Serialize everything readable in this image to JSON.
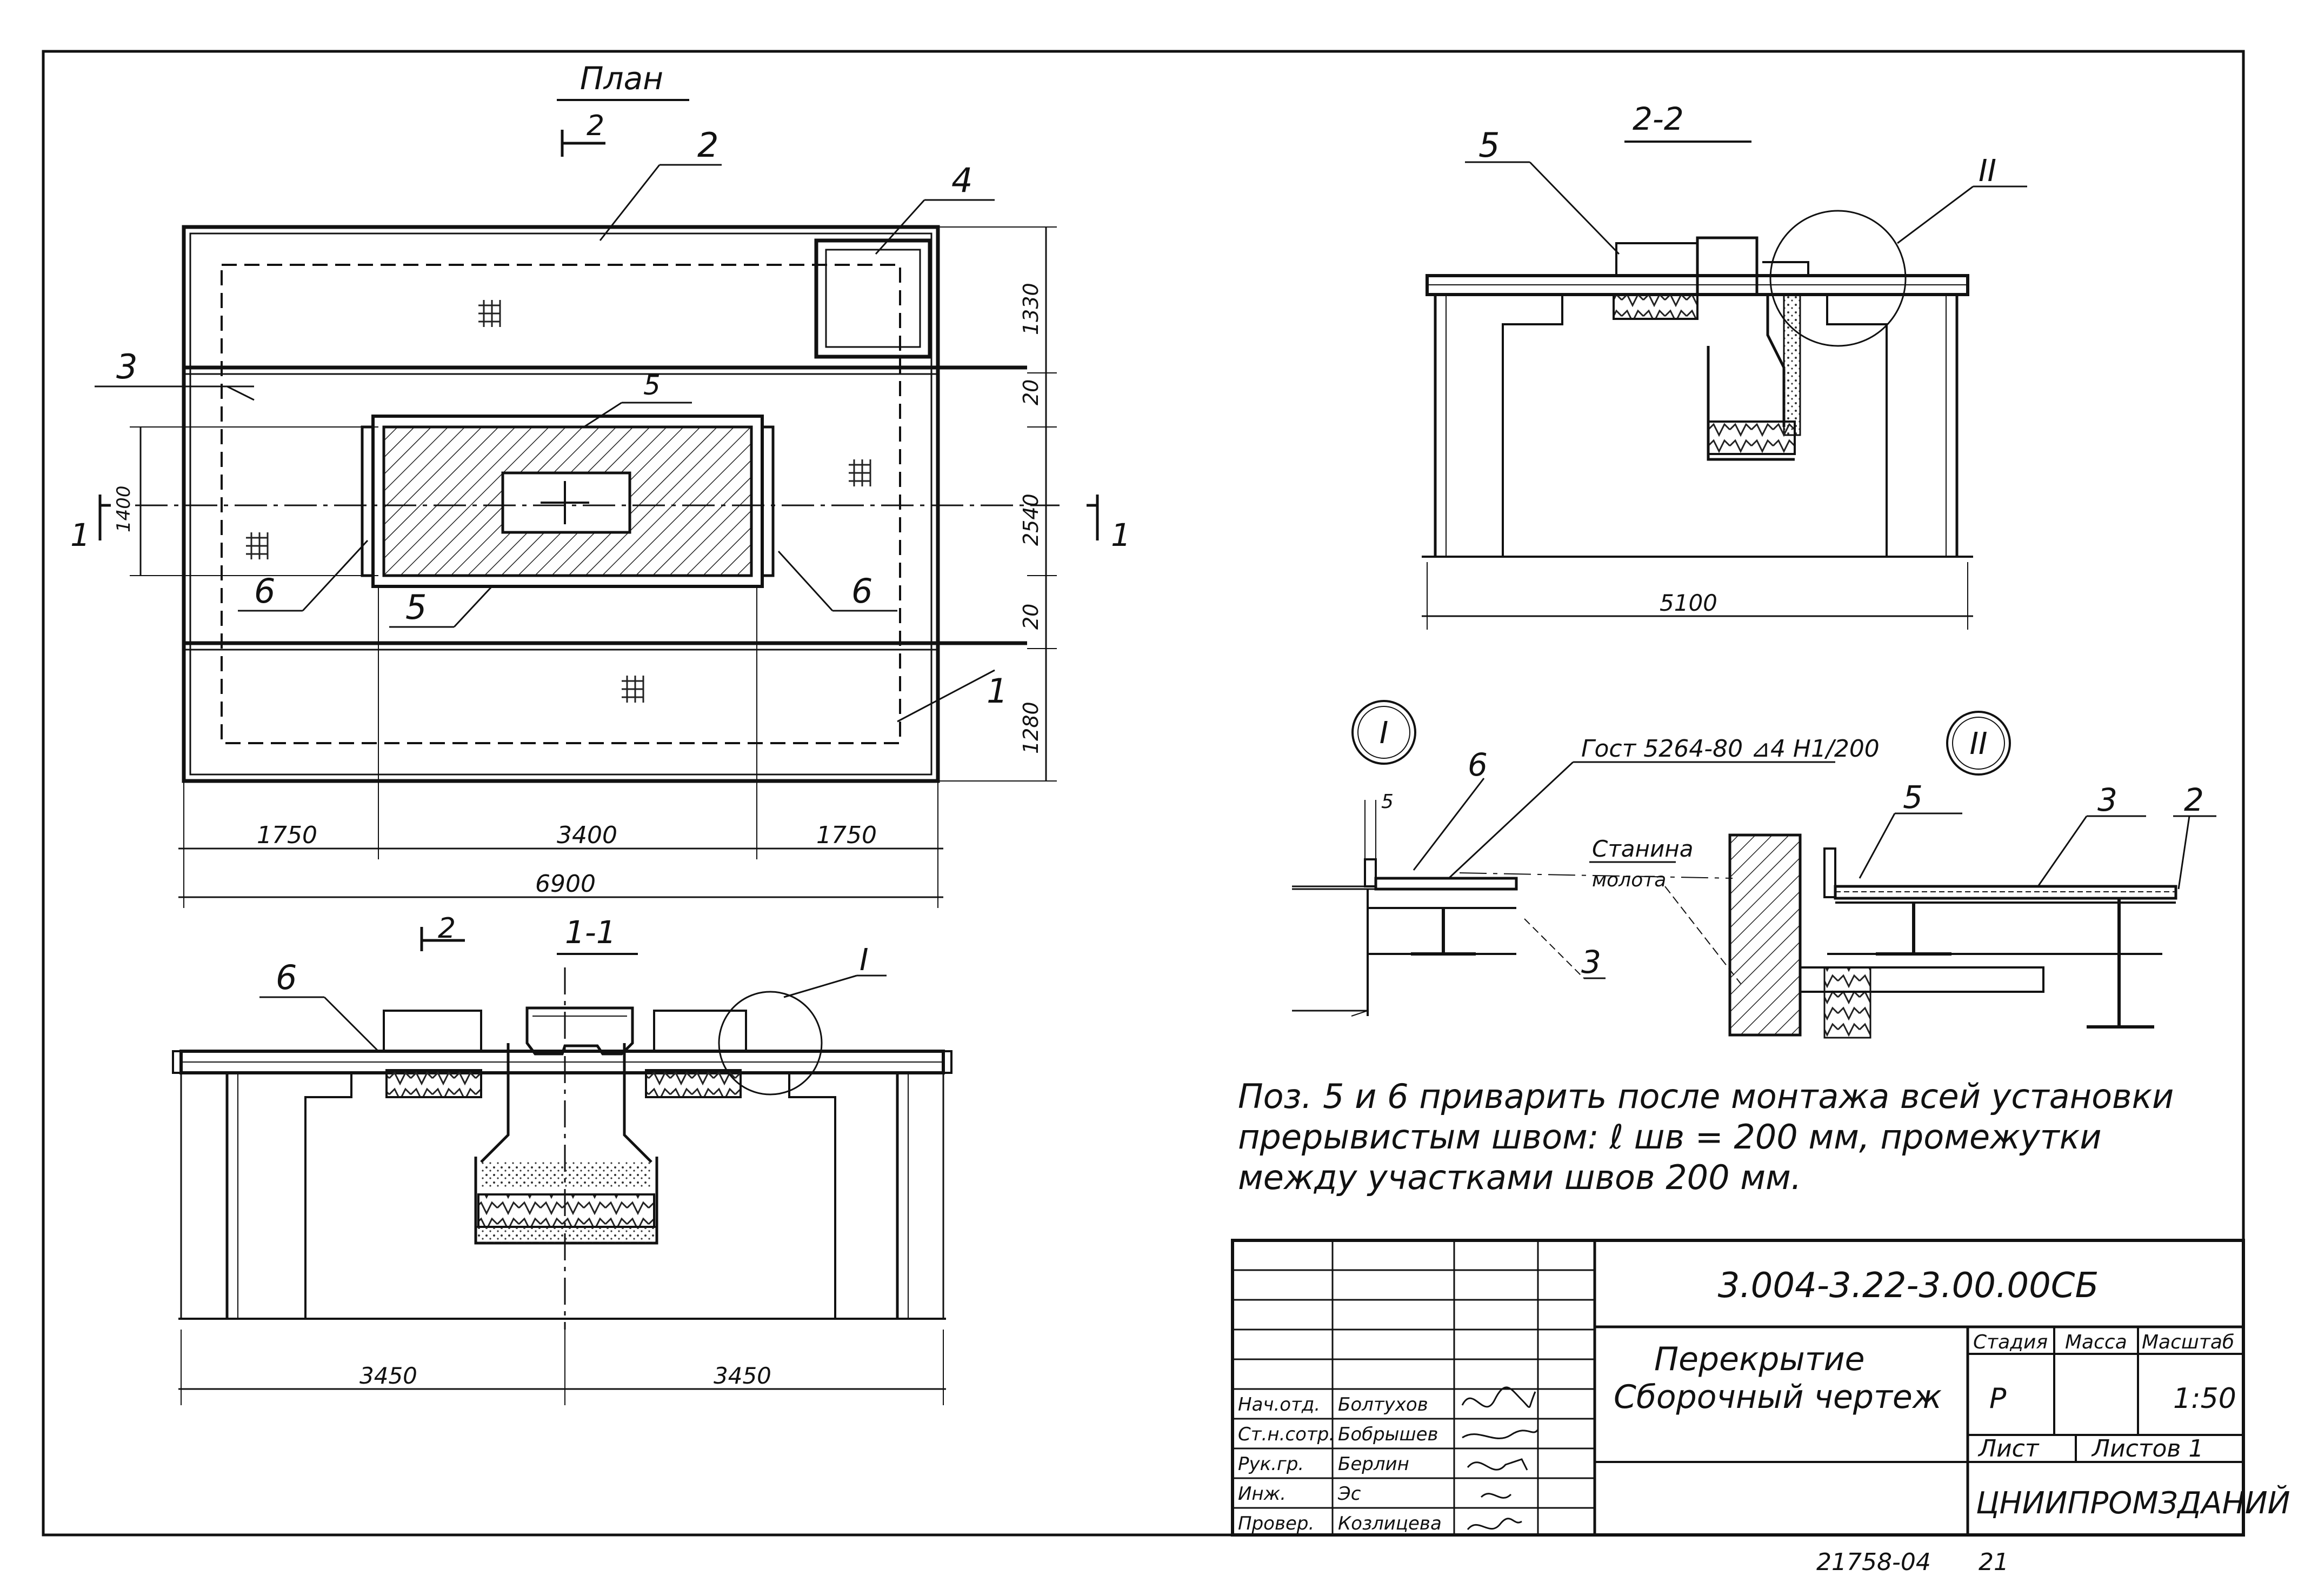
{
  "plan": {
    "title": "План",
    "section_mark": "2",
    "section_mark_side": "1",
    "positions": {
      "p1": "1",
      "p2": "2",
      "p3": "3",
      "p4": "4",
      "p5a": "5",
      "p5b": "5",
      "p6a": "6",
      "p6b": "6"
    },
    "dims_right": {
      "d1": "1330",
      "d2": "20",
      "d3": "2540",
      "d4": "20",
      "d5": "1280"
    },
    "dim_left": "1400",
    "dims_bottom": {
      "d1": "1750",
      "d2": "3400",
      "d3": "1750"
    },
    "dim_total": "6900"
  },
  "section_22": {
    "title": "2-2",
    "positions": {
      "p5": "5",
      "node": "II"
    },
    "dim_width": "5100"
  },
  "section_11": {
    "title": "1-1",
    "section_mark": "2",
    "positions": {
      "p6": "6",
      "node": "I"
    },
    "dims_bottom": {
      "d1": "3450",
      "d2": "3450"
    }
  },
  "node_1": {
    "mark": "I",
    "gost_label": "Гост 5264-80 ⊿4 Н1/200",
    "positions": {
      "p6": "6",
      "p3": "3"
    },
    "dim_small": "5"
  },
  "node_2": {
    "mark": "II",
    "stanina_label_1": "Станина",
    "stanina_label_2": "молота",
    "positions": {
      "p5": "5",
      "p3": "3",
      "p2": "2"
    }
  },
  "note": {
    "line1": "Поз. 5 и 6  приварить  после  монтажа  всей  установки",
    "line2": "прерывистым   швом: ℓ шв = 200 мм,  промежутки",
    "line3": "между  участками  швов   200 мм."
  },
  "title_block": {
    "code": "3.004-3.22-3.00.00СБ",
    "name_line1": "Перекрытие",
    "name_line2": "Сборочный  чертеж",
    "col_stage": "Стадия",
    "col_mass": "Масса",
    "col_scale": "Масштаб",
    "stage_value": "Р",
    "scale_value": "1:50",
    "sheet_label": "Лист",
    "sheets_label": "Листов 1",
    "organization": "ЦНИИПРОМЗДАНИЙ",
    "signers": [
      {
        "role": "Нач.отд.",
        "name": "Болтухов"
      },
      {
        "role": "Ст.н.сотр.",
        "name": "Бобрышев"
      },
      {
        "role": "Рук.гр.",
        "name": "Берлин"
      },
      {
        "role": "Инж.",
        "name": "Эс"
      },
      {
        "role": "Провер.",
        "name": "Козлицева"
      }
    ]
  },
  "footer": {
    "archive_number": "21758-04",
    "page_number": "21"
  }
}
